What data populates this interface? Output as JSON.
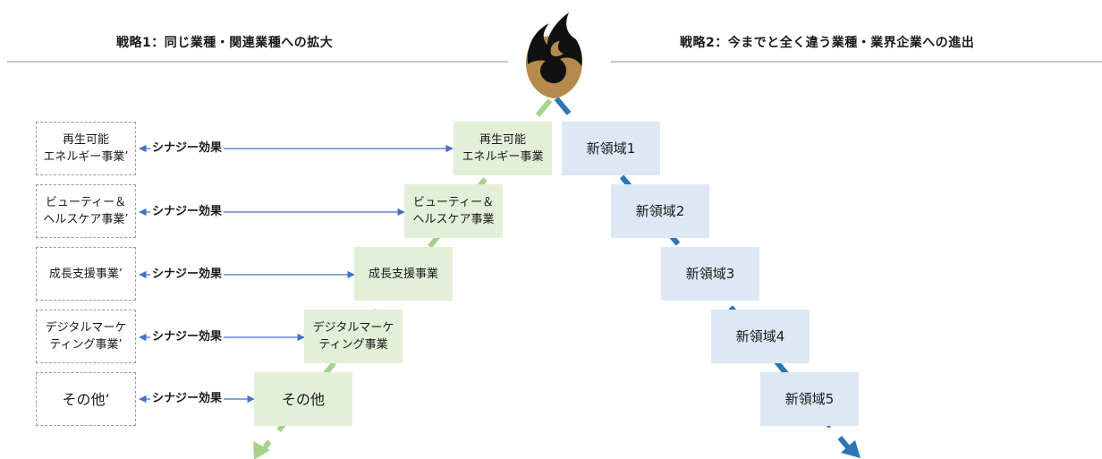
{
  "strategy1": {
    "title": "戦略1：同じ業種・関連業種への拡大"
  },
  "strategy2": {
    "title": "戦略2：今までと全く違う業種・業界企業への進出"
  },
  "synergy_label": "シナジー効果",
  "left_items": [
    {
      "dashed": "再生可能\nエネルギー事業’",
      "green": "再生可能\nエネルギー事業"
    },
    {
      "dashed": "ビューティー＆\nヘルスケア事業’",
      "green": "ビューティー＆\nヘルスケア事業"
    },
    {
      "dashed": "成長支援事業’",
      "green": "成長支援事業"
    },
    {
      "dashed": "デジタルマーケ\nティング事業’",
      "green": "デジタルマーケ\nティング事業"
    },
    {
      "dashed": "その他’",
      "green": "その他"
    }
  ],
  "new_domains": [
    "新領域1",
    "新領域2",
    "新領域3",
    "新領域4",
    "新領域5"
  ],
  "colors": {
    "green_line": "#a9d18e",
    "green_box": "#e3efd7",
    "blue_line": "#2e75b6",
    "blue_box": "#dde8f4",
    "synergy_arrow": "#4472c4",
    "logo_gold": "#b58a4c",
    "logo_black": "#111111"
  },
  "logo": {
    "icon": "flame-emblem-icon"
  }
}
